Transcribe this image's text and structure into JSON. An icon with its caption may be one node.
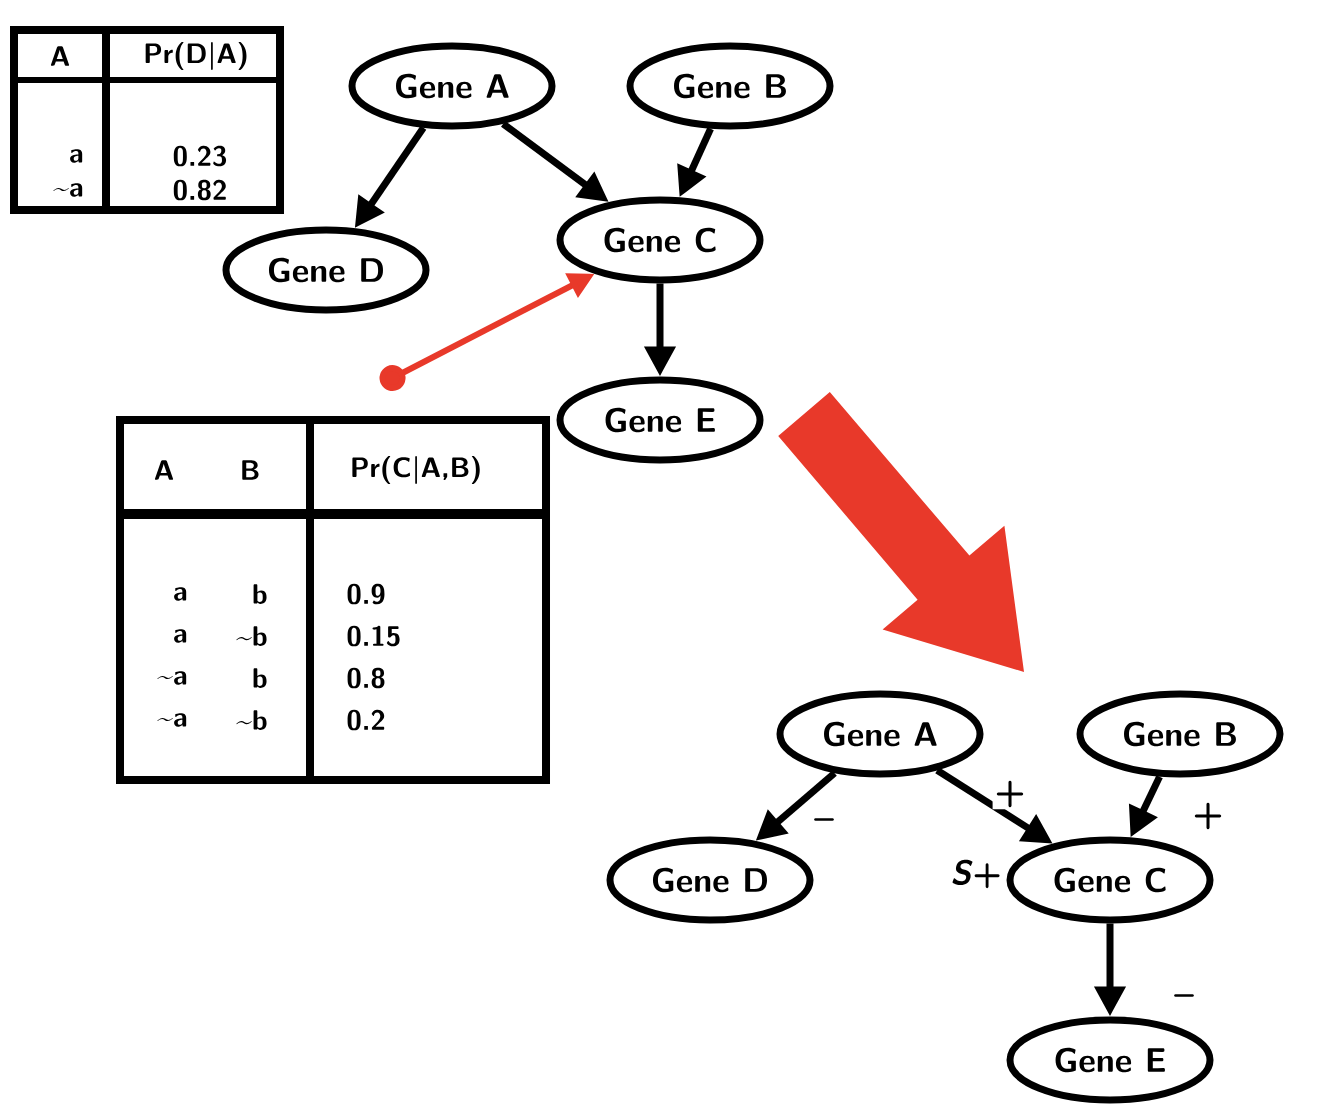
{
  "diagram": {
    "nodes": [
      {
        "text": [
          "A",
          "Pr(D|A)",
          "a",
          "0.23",
          "~a",
          "0.82"
        ]
      },
      {
        "text": [
          "Gene A"
        ]
      },
      {
        "text": [
          "Gene B"
        ]
      },
      {
        "text": [
          "Gene D"
        ]
      },
      {
        "text": [
          "Gene C"
        ]
      },
      {
        "text": [
          "Gene E"
        ]
      },
      {
        "text": [
          "A",
          "B",
          "Pr(C|A,B)",
          "a",
          "b",
          "0.9",
          "a",
          "~b",
          "0.15",
          "~a",
          "b",
          "0.8",
          "~a",
          "~b",
          "0.2"
        ]
      },
      {
        "text": [
          "Gene A"
        ]
      },
      {
        "text": [
          "Gene B"
        ]
      },
      {
        "text": [
          "Gene D"
        ]
      },
      {
        "text": [
          "Gene C"
        ],
        "beside": [
          "*S*+"
        ]
      },
      {
        "text": [
          "Gene E"
        ]
      }
    ],
    "edges": [
      {
        "from": 1,
        "to": 3,
        "arrow": "to"
      },
      {
        "from": 1,
        "to": 4,
        "arrow": "to"
      },
      {
        "from": 2,
        "to": 4,
        "arrow": "to"
      },
      {
        "from": 4,
        "to": 5,
        "arrow": "to"
      },
      {
        "from": 6,
        "to": 4,
        "arrow": "to",
        "color": "#e8392a"
      },
      {
        "from": 7,
        "to": 9,
        "arrow": "to",
        "label": "–"
      },
      {
        "from": 7,
        "to": 10,
        "arrow": "to",
        "label": "+"
      },
      {
        "from": 8,
        "to": 10,
        "arrow": "to",
        "label": "+"
      },
      {
        "from": 10,
        "to": 11,
        "arrow": "to",
        "label": "–"
      }
    ]
  }
}
